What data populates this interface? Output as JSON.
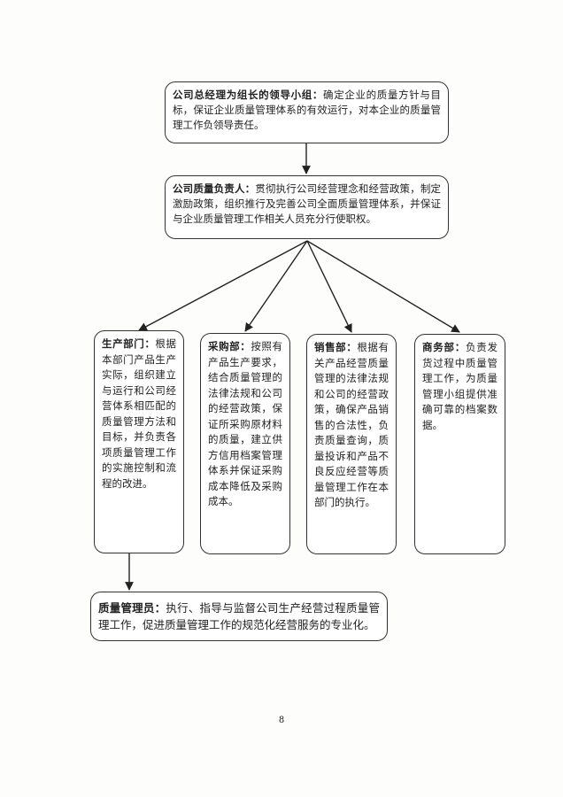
{
  "nodes": {
    "top": {
      "title": "公司总经理为组长的领导小组：",
      "text": "确定企业的质量方针与目标，保证企业质量管理体系的有效运行，对本企业的质量管理工作负领导责任。"
    },
    "qa": {
      "title": "公司质量负责人：",
      "text": "贯彻执行公司经营理念和经营政策，制定激励政策，组织推行及完善公司全面质量管理体系，并保证与企业质量管理工作相关人员充分行使职权。"
    },
    "production": {
      "title": "生产部门：",
      "text": "根据本部门产品生产实际，组织建立与运行和公司经营体系相匹配的质量管理方法和目标，并负责各项质量管理工作的实施控制和流程的改进。"
    },
    "purchasing": {
      "title": "采购部：",
      "text": "按照有产品生产要求，结合质量管理的法律法规和公司的经营政策，保证所采购原材料的质量，建立供方信用档案管理体系并保证采购成本降低及采购成本。"
    },
    "sales": {
      "title": "销售部：",
      "text": "根据有关产品经营质量管理的法律法规和公司的经营政策，确保产品销售的合法性，负责质量查询，质量投诉和产品不良反应经营等质量管理工作在本部门的执行。"
    },
    "business": {
      "title": "商务部：",
      "text": "负责发货过程中质量管理工作，为质量管理小组提供准确可靠的档案数据。"
    },
    "manager": {
      "title": "质量管理员：",
      "text": "执行、指导与监督公司生产经营过程质量管理工作，促进质量管理工作的规范化经营服务的专业化。"
    }
  },
  "page_number": "8"
}
